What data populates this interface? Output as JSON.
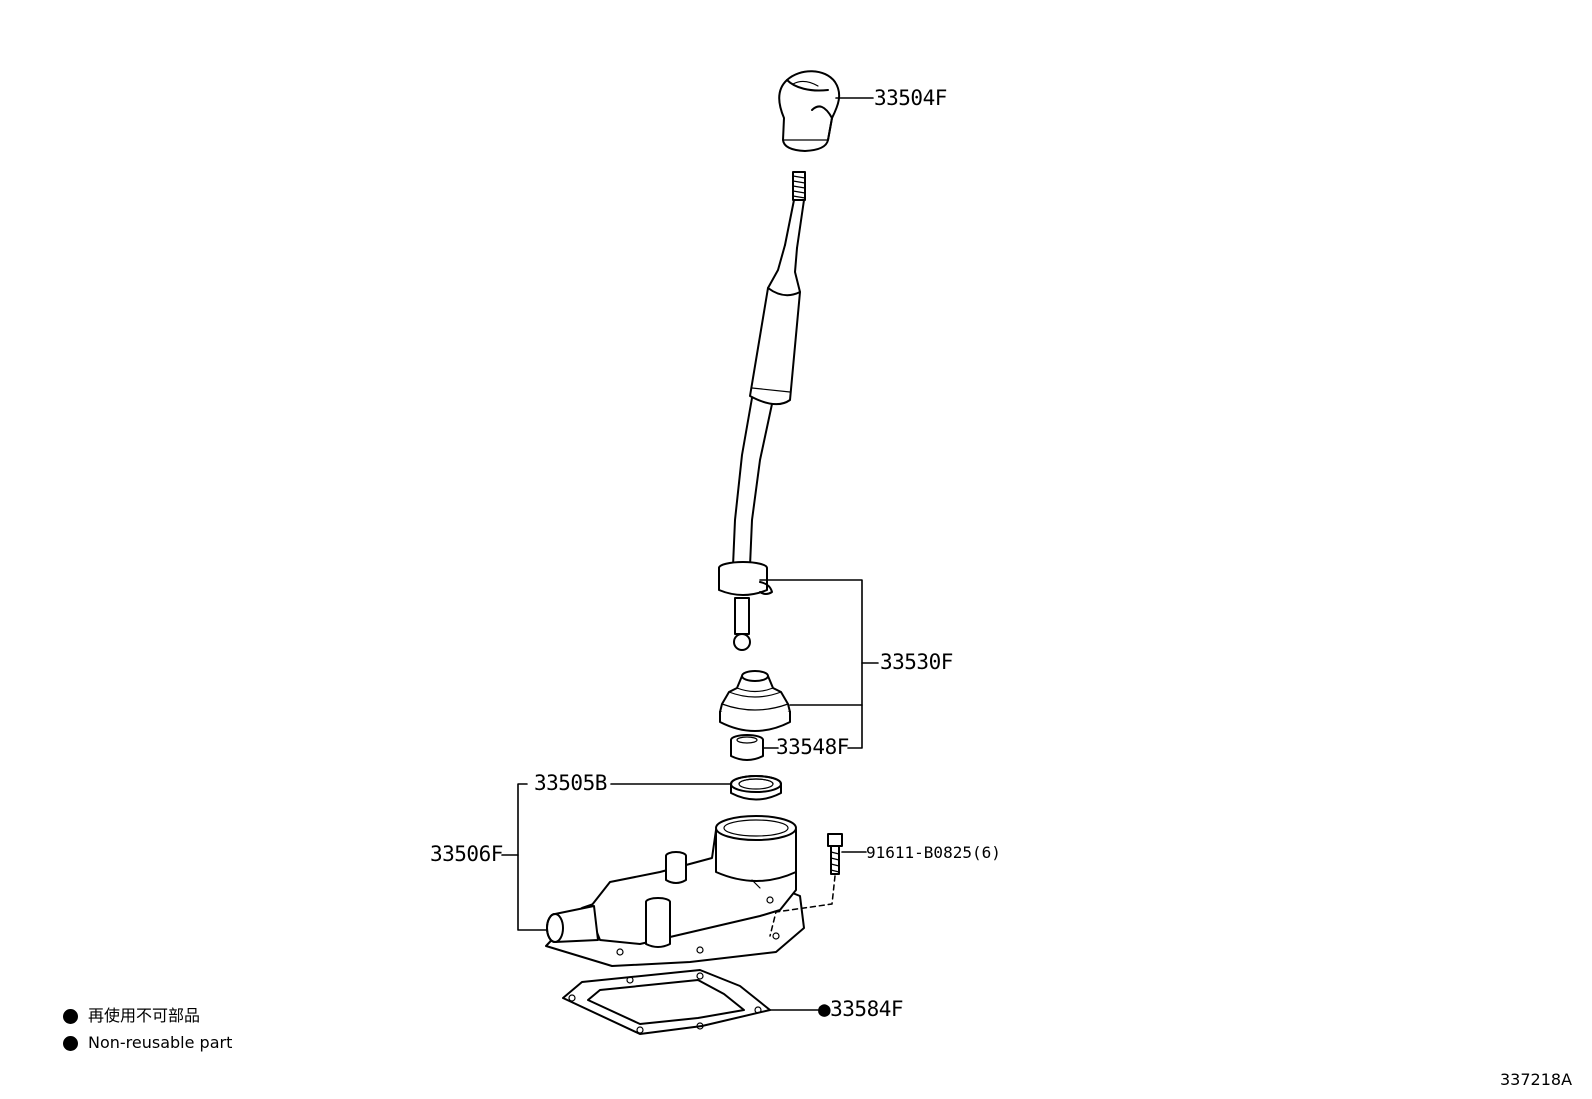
{
  "labels": {
    "knob": "33504F",
    "lever_assy": "33530F",
    "bushing": "33548F",
    "seal": "33505B",
    "retainer": "33506F",
    "bolt": "91611-B0825(6)",
    "gasket": "●33584F"
  },
  "legend": {
    "line_jp": "再使用不可部品",
    "line_en": "Non-reusable part"
  },
  "catalog_id": "337218A"
}
